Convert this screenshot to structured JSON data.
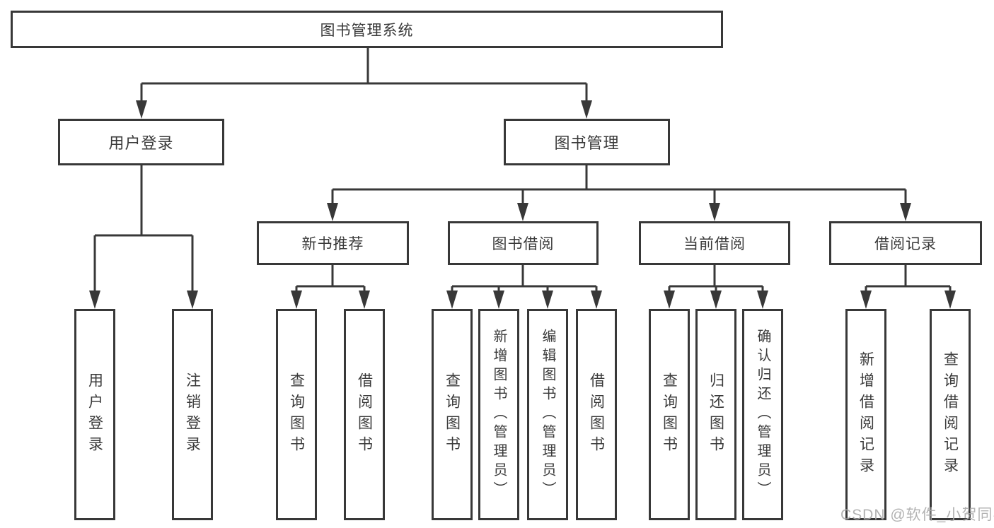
{
  "diagram": {
    "title": "图书管理系统",
    "nodes": {
      "root": {
        "label": "图书管理系统"
      },
      "level2": {
        "user_login": {
          "label": "用户登录"
        },
        "book_management": {
          "label": "图书管理"
        }
      },
      "level3": {
        "new_book_recommendation": {
          "label": "新书推荐"
        },
        "book_borrowing": {
          "label": "图书借阅"
        },
        "current_borrowing": {
          "label": "当前借阅"
        },
        "borrowing_records": {
          "label": "借阅记录"
        }
      },
      "leaves": {
        "user_login": [
          "用户登录",
          "注销登录"
        ],
        "new_book_recommendation": [
          "查询图书",
          "借阅图书"
        ],
        "book_borrowing": [
          "查询图书",
          "新增图书（管理员）",
          "编辑图书（管理员）",
          "借阅图书"
        ],
        "current_borrowing": [
          "查询图书",
          "归还图书",
          "确认归还（管理员）"
        ],
        "borrowing_records": [
          "新增借阅记录",
          "查询借阅记录"
        ]
      }
    },
    "watermark": "CSDN @软件_小贺同学",
    "colors": {
      "line": "#383838",
      "text": "#3a3a3a",
      "watermark": "#acacac",
      "background": "#ffffff"
    }
  }
}
